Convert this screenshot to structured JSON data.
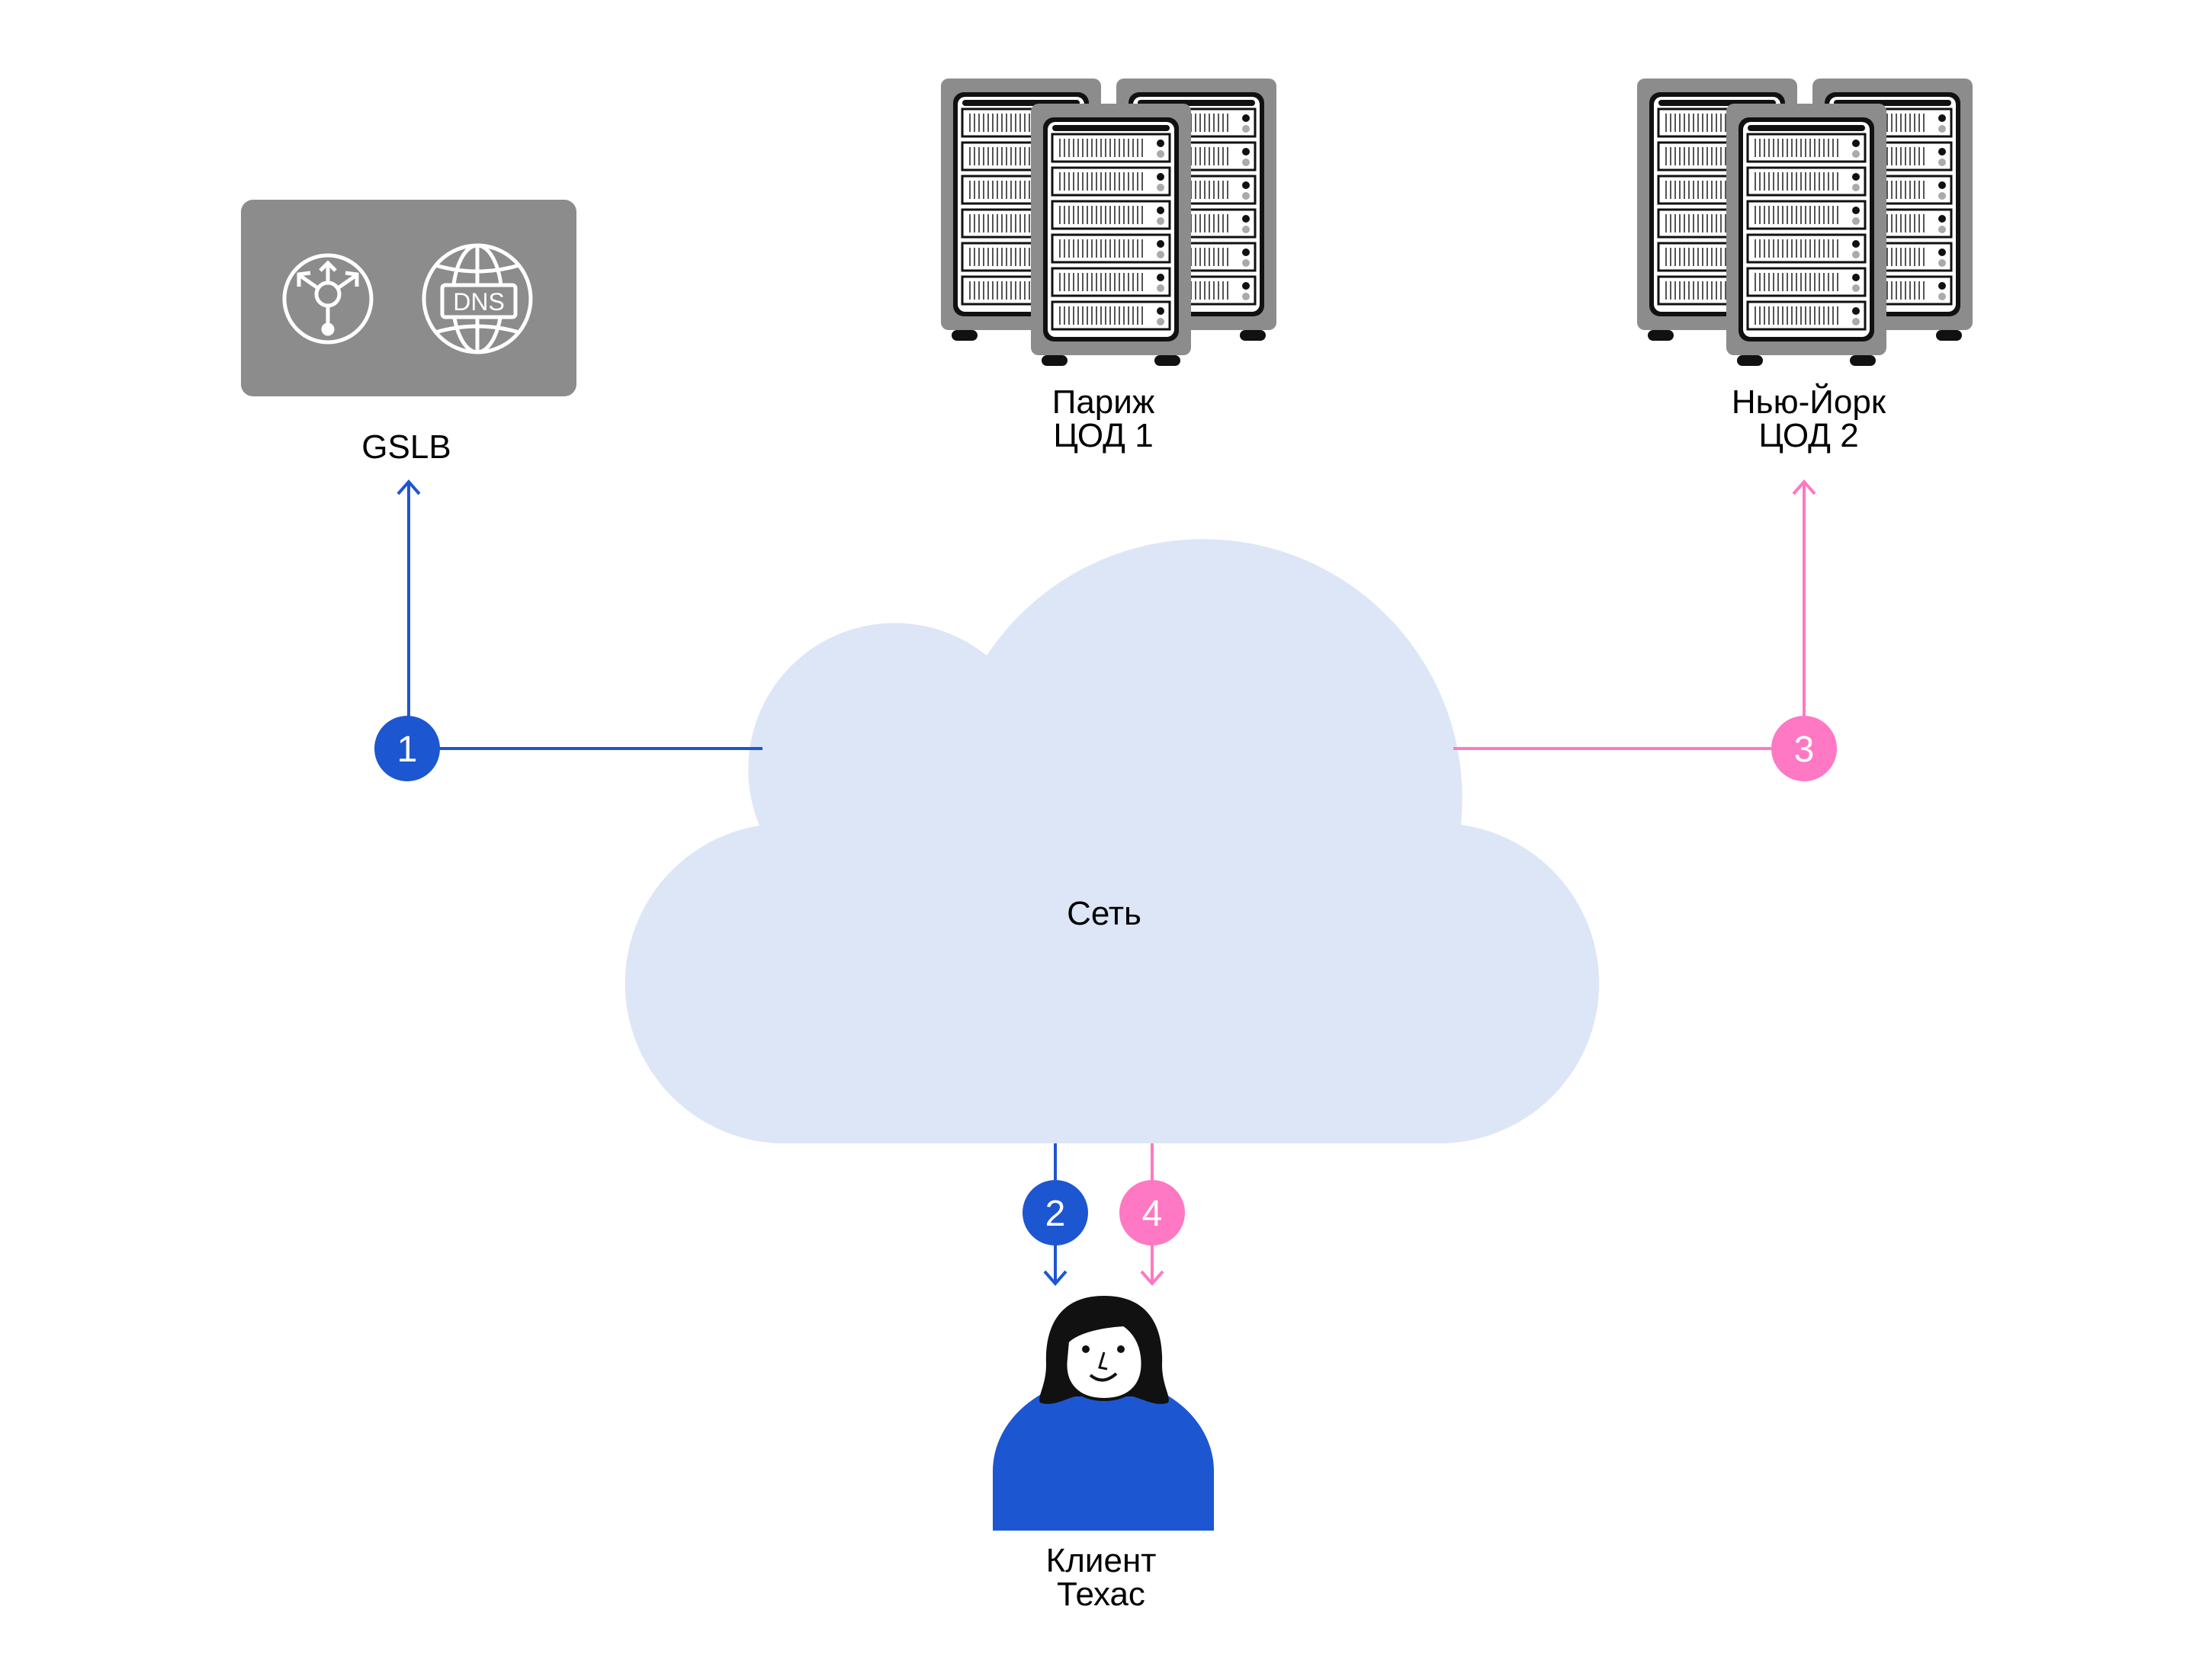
{
  "colors": {
    "blue": "#1d56d1",
    "pink": "#ff78c3",
    "cloud": "#dde6f7",
    "server_gray": "#8c8c8c",
    "box_gray": "#8c8c8c"
  },
  "gslb": {
    "label": "GSLB",
    "icons": [
      "load-balancer-icon",
      "dns-globe-icon"
    ],
    "dns_text": "DNS"
  },
  "dc1": {
    "line1": "Париж",
    "line2": "ЦОД 1"
  },
  "dc2": {
    "line1": "Нью-Йорк",
    "line2": "ЦОД 2"
  },
  "network": {
    "label": "Сеть"
  },
  "client": {
    "line1": "Клиент",
    "line2": "Техас"
  },
  "steps": [
    {
      "number": "1",
      "color": "blue"
    },
    {
      "number": "2",
      "color": "blue"
    },
    {
      "number": "3",
      "color": "pink"
    },
    {
      "number": "4",
      "color": "pink"
    }
  ]
}
